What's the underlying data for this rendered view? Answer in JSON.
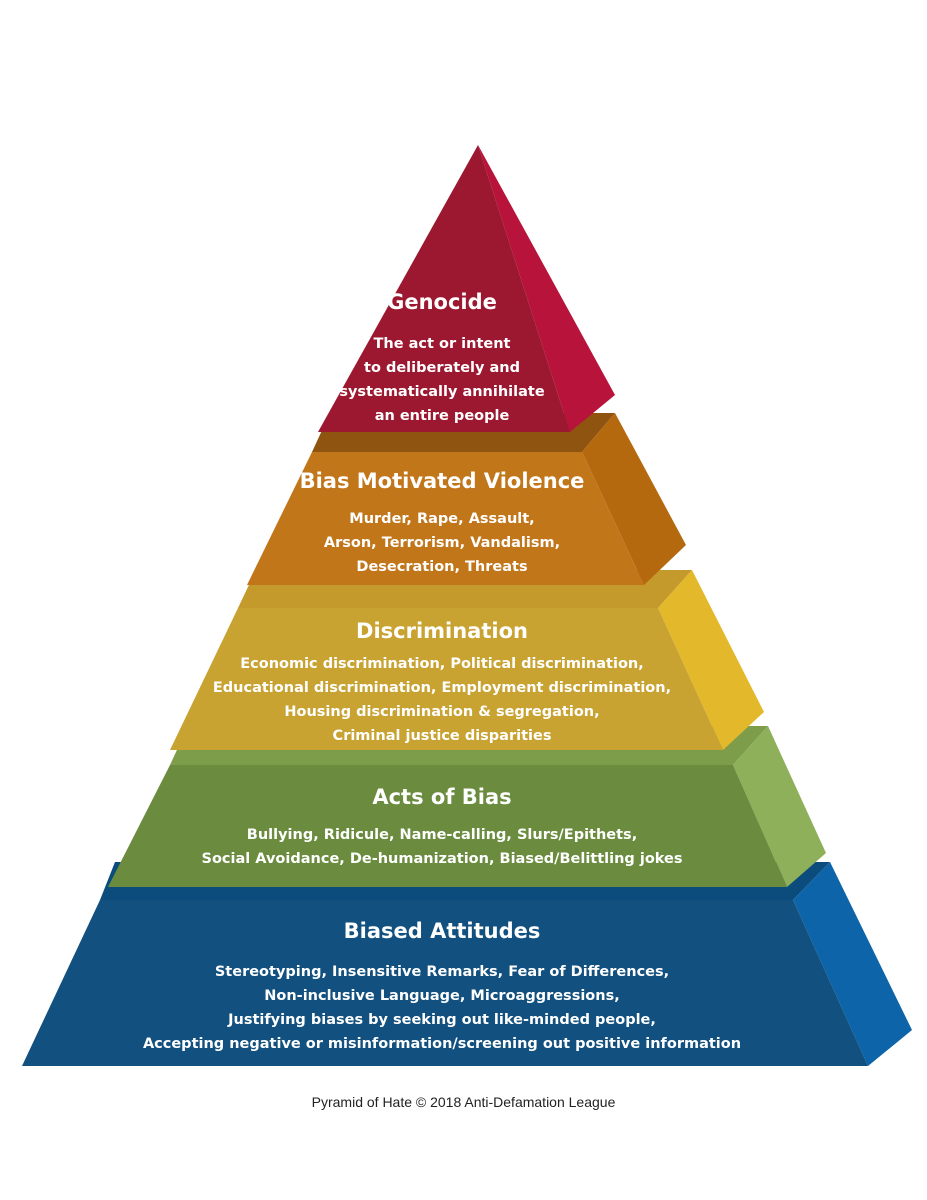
{
  "pyramid": {
    "tiers": [
      {
        "title": "Genocide",
        "lines": [
          "The act or intent",
          "to deliberately and",
          "systematically annihilate",
          "an entire people"
        ],
        "colors": {
          "front": "#9c1830",
          "side": "#b8133a",
          "top": "#b8133a"
        }
      },
      {
        "title": "Bias Motivated Violence",
        "lines": [
          "Murder, Rape, Assault,",
          "Arson, Terrorism, Vandalism,",
          "Desecration, Threats"
        ],
        "colors": {
          "front": "#c2761a",
          "side": "#b5690f",
          "top": "#8f5510"
        }
      },
      {
        "title": "Discrimination",
        "lines": [
          "Economic discrimination, Political discrimination,",
          "Educational discrimination, Employment discrimination,",
          "Housing discrimination & segregation,",
          "Criminal justice disparities"
        ],
        "colors": {
          "front": "#c9a332",
          "side": "#e3b82a",
          "top": "#c59a2c"
        }
      },
      {
        "title": "Acts of Bias",
        "lines": [
          "Bullying, Ridicule, Name-calling, Slurs/Epithets,",
          "Social Avoidance, De-humanization, Biased/Belittling jokes"
        ],
        "colors": {
          "front": "#6b8c3e",
          "side": "#8fb05a",
          "top": "#7e9d4a"
        }
      },
      {
        "title": "Biased Attitudes",
        "lines": [
          "Stereotyping, Insensitive Remarks, Fear of Differences,",
          "Non-inclusive Language, Microaggressions,",
          "Justifying biases by seeking out like-minded people,",
          "Accepting negative or misinformation/screening out positive information"
        ],
        "colors": {
          "front": "#11507f",
          "side": "#0d64a8",
          "top": "#0b4c7d"
        }
      }
    ]
  },
  "caption": "Pyramid of Hate © 2018 Anti-Defamation League"
}
